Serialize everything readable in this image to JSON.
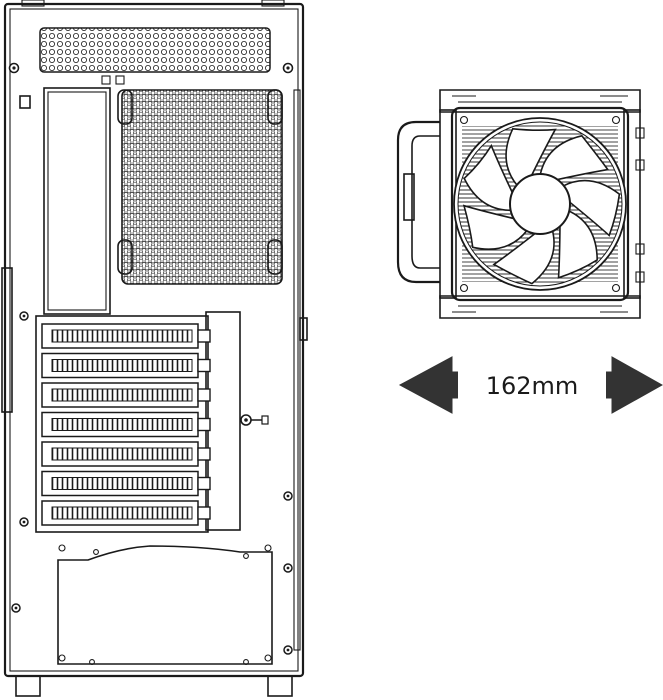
{
  "dimension": {
    "label": "162mm"
  },
  "colors": {
    "line": "#1a1a1a",
    "arrow": "#333333",
    "background": "#ffffff"
  },
  "components": {
    "case": {
      "pci_slot_count": 7
    },
    "cooler": {
      "fan_blade_count": 7
    }
  }
}
